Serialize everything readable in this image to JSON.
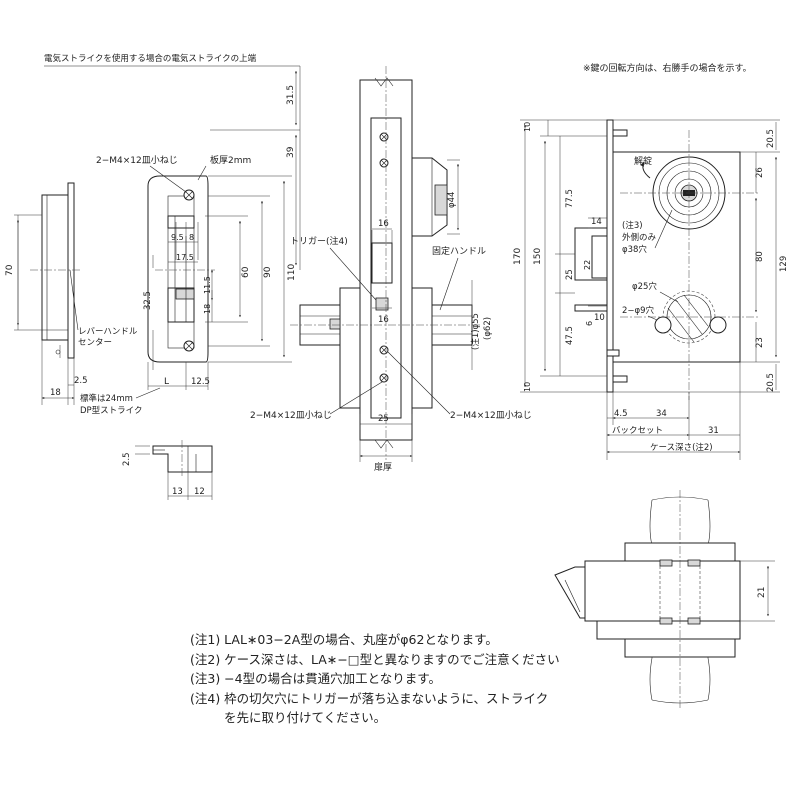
{
  "header": {
    "strike_note": "電気ストライクを使用する場合の電気ストライクの上端",
    "rotation_note": "※鍵の回転方向は、右勝手の場合を示す。"
  },
  "strike_view": {
    "label_screws": "2−M4×12皿小ねじ",
    "label_plate": "板厚2mm",
    "label_lever": "レバーハンドル\nセンター",
    "label_standard": "標準は24mm",
    "label_dp": "DP型ストライク",
    "dims": {
      "d70": "70",
      "d32_5": "32.5",
      "d2_5": "2.5",
      "d18": "18",
      "dL": "L",
      "d12_5": "12.5",
      "d9_5": "9.5",
      "d8": "8",
      "d17_5": "17.5",
      "d11_5": "11.5",
      "d18b": "18",
      "d60": "60",
      "d90": "90",
      "d110": "110",
      "d39": "39",
      "d31_5": "31.5"
    }
  },
  "small_strike": {
    "d2_5": "2.5",
    "d13": "13",
    "d12": "12"
  },
  "side_view": {
    "label_trigger": "トリガー(注4)",
    "label_fixed_handle": "固定ハンドル",
    "label_screws_left": "2−M4×12皿小ねじ",
    "label_screws_right": "2−M4×12皿小ねじ",
    "label_door": "扉厚",
    "dims": {
      "d44": "φ44",
      "d16a": "16",
      "d16b": "16",
      "d55": "(注1)φ55",
      "d62": "(φ62)",
      "d25": "25"
    }
  },
  "front_view": {
    "label_unlock": "解錠",
    "label_note3": "(注3)",
    "label_outer": "外側のみ",
    "label_38": "φ38穴",
    "label_25hole": "φ25穴",
    "label_9hole": "2−φ9穴",
    "label_backset": "バックセット",
    "label_case": "ケース深さ(注2)",
    "dims": {
      "d10a": "10",
      "d10b": "10",
      "d77_5": "77.5",
      "d25": "25",
      "d47_5": "47.5",
      "d170": "170",
      "d150": "150",
      "d14": "14",
      "d22": "22",
      "d6": "6",
      "d10c": "10",
      "d26": "26",
      "d80": "80",
      "d129": "129",
      "d23": "23",
      "d20_5a": "20.5",
      "d20_5b": "20.5",
      "d4_5": "4.5",
      "d34": "34",
      "d31": "31"
    }
  },
  "section_view": {
    "d21": "21"
  },
  "notes": [
    "(注1) LAL∗03−2A型の場合、丸座がφ62となります。",
    "(注2) ケース深さは、LA∗−□型と異なりますのでご注意ください",
    "(注3) −4型の場合は貫通穴加工となります。",
    "(注4) 枠の切欠穴にトリガーが落ち込まないように、ストライク",
    "を先に取り付けてください。"
  ]
}
